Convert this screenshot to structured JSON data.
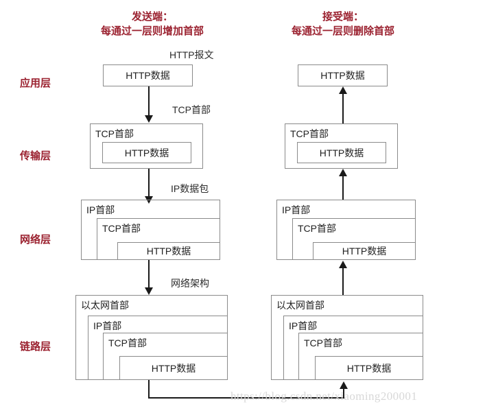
{
  "headers": {
    "sender": {
      "line1": "发送端：",
      "line2": "每通过一层则增加首部"
    },
    "receiver": {
      "line1": "接受端：",
      "line2": "每通过一层则删除首部"
    }
  },
  "layer_labels": {
    "application": "应用层",
    "transport": "传输层",
    "network": "网络层",
    "link": "链路层"
  },
  "annotations": {
    "http_message": "HTTP报文",
    "tcp_header": "TCP首部",
    "ip_packet": "IP数据包",
    "network_frame": "网络架构"
  },
  "boxes": {
    "http_data": "HTTP数据",
    "tcp_header": "TCP首部",
    "ip_header": "IP首部",
    "ethernet_header": "以太网首部"
  },
  "watermark": "https://blog.csdn.net/xiaoming200001",
  "colors": {
    "accent_red": "#9b2230",
    "box_border": "#8a8a8a",
    "arrow": "#1a1a1a",
    "text": "#1f1f1f",
    "watermark": "#d8d8d8",
    "background": "#ffffff"
  }
}
